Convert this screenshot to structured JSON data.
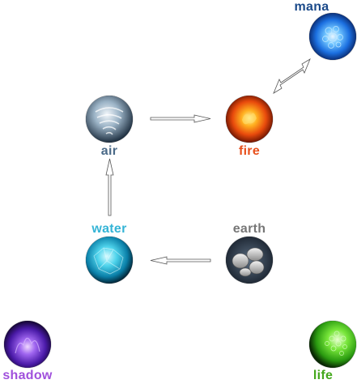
{
  "elements": [
    {
      "id": "mana",
      "label": "mana",
      "color": "#1b4a8a",
      "orb": "mana-orb"
    },
    {
      "id": "air",
      "label": "air",
      "color": "#4a6a88",
      "orb": "air-orb"
    },
    {
      "id": "fire",
      "label": "fire",
      "color": "#e8501c",
      "orb": "fire-orb"
    },
    {
      "id": "water",
      "label": "water",
      "color": "#35b4d6",
      "orb": "water-orb"
    },
    {
      "id": "earth",
      "label": "earth",
      "color": "#777777",
      "orb": "earth-orb"
    },
    {
      "id": "shadow",
      "label": "shadow",
      "color": "#a050dc",
      "orb": "shadow-orb"
    },
    {
      "id": "life",
      "label": "life",
      "color": "#44a81c",
      "orb": "life-orb"
    }
  ],
  "relations": [
    {
      "from": "air",
      "to": "fire",
      "kind": "one-way"
    },
    {
      "from": "fire",
      "to": "mana",
      "kind": "two-way"
    },
    {
      "from": "earth",
      "to": "water",
      "kind": "one-way"
    },
    {
      "from": "water",
      "to": "air",
      "kind": "one-way"
    }
  ]
}
